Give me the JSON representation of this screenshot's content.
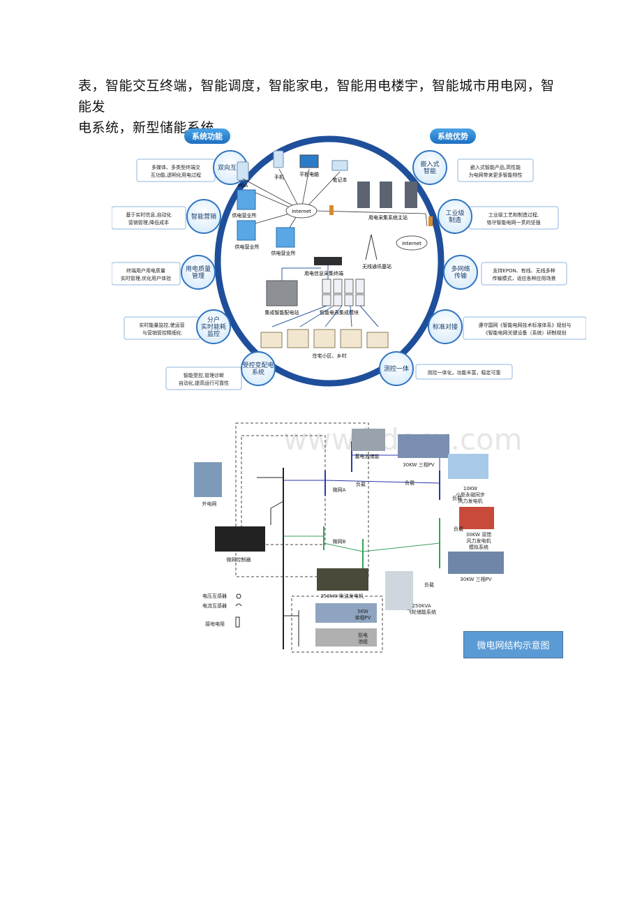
{
  "paragraph": {
    "line1": "表，智能交互终端，智能调度，智能家电，智能用电楼宇，智能城市用电网，智能发",
    "line2": "电系统，新型储能系统，"
  },
  "figure1": {
    "tab_left": "系统功能",
    "tab_right": "系统优势",
    "left_nodes": [
      "双向互动",
      "智能营销",
      "用电质量\n管理",
      "分户\n实时能耗\n监控",
      "受控变配电\n系统"
    ],
    "left_boxes": [
      "多媒体、多类型终端交\n互功能,透明化用电过程",
      "基于实时信息,自动化\n营销管理,降低成本",
      "终端用户用电质量\n实时管理,优化用户体验",
      "实时能量监控,使运营\n与营销管控精细化",
      "智能受控,管理诊断\n自动化,提高运行可靠性"
    ],
    "right_nodes": [
      "嵌入式\n智能",
      "工业级\n制造",
      "多网络\n传输",
      "标准对接",
      "测控一体"
    ],
    "right_boxes": [
      "嵌入式智能产品,高性能\n为电网带来更多智能特性",
      "工业级工艺和制造过程,\n恪守智能电网一贯的坚强",
      "支持EPON、有线、无线多种\n传输模式，适应各种应用场景",
      "遵守国网《智能电网技术标准体系》规划与\n《智能电网关键设备（系统）研制规划",
      "测控一体化，功能丰富，稳定可靠"
    ],
    "inner_labels": {
      "pda": "PDA",
      "phone": "手机",
      "tablet": "平板电脑",
      "laptop": "笔记本",
      "internet1": "Internet",
      "internet2": "Internet",
      "office1": "供电营业所",
      "office2": "供电营业所",
      "office3": "供电营业所",
      "master": "用电采集系统主站",
      "tower": "无线通讯基站",
      "terminal": "用电信息采集终端",
      "substation": "集成智能配电站",
      "meters": "智能电表集成模块",
      "houses": "住宅小区、乡村"
    }
  },
  "figure2": {
    "watermark": "www.bdocx.com",
    "labels": {
      "grid": "外电网",
      "controller": "微网控制器",
      "storage": "蓄电池储能",
      "pv1": "30KW 三相PV",
      "wind": "10KW\n小型永磁同步\n风力发电机",
      "generator": "30KW 双馈\n风力发电机\n模拟系统",
      "pv2": "30KW 三相PV",
      "diesel": "250kW 柴油发电机",
      "flywheel": "250KVA\n飞轮储能系统",
      "pv3": "5KW\n单相PV",
      "battery": "铅电\n池组",
      "subA": "微网A",
      "subB": "微网B",
      "load": "负载",
      "legend_pt": "电压互感器",
      "legend_ct": "电流互感器",
      "legend_r": "接地电阻"
    },
    "caption": "微电网结构示意图"
  }
}
